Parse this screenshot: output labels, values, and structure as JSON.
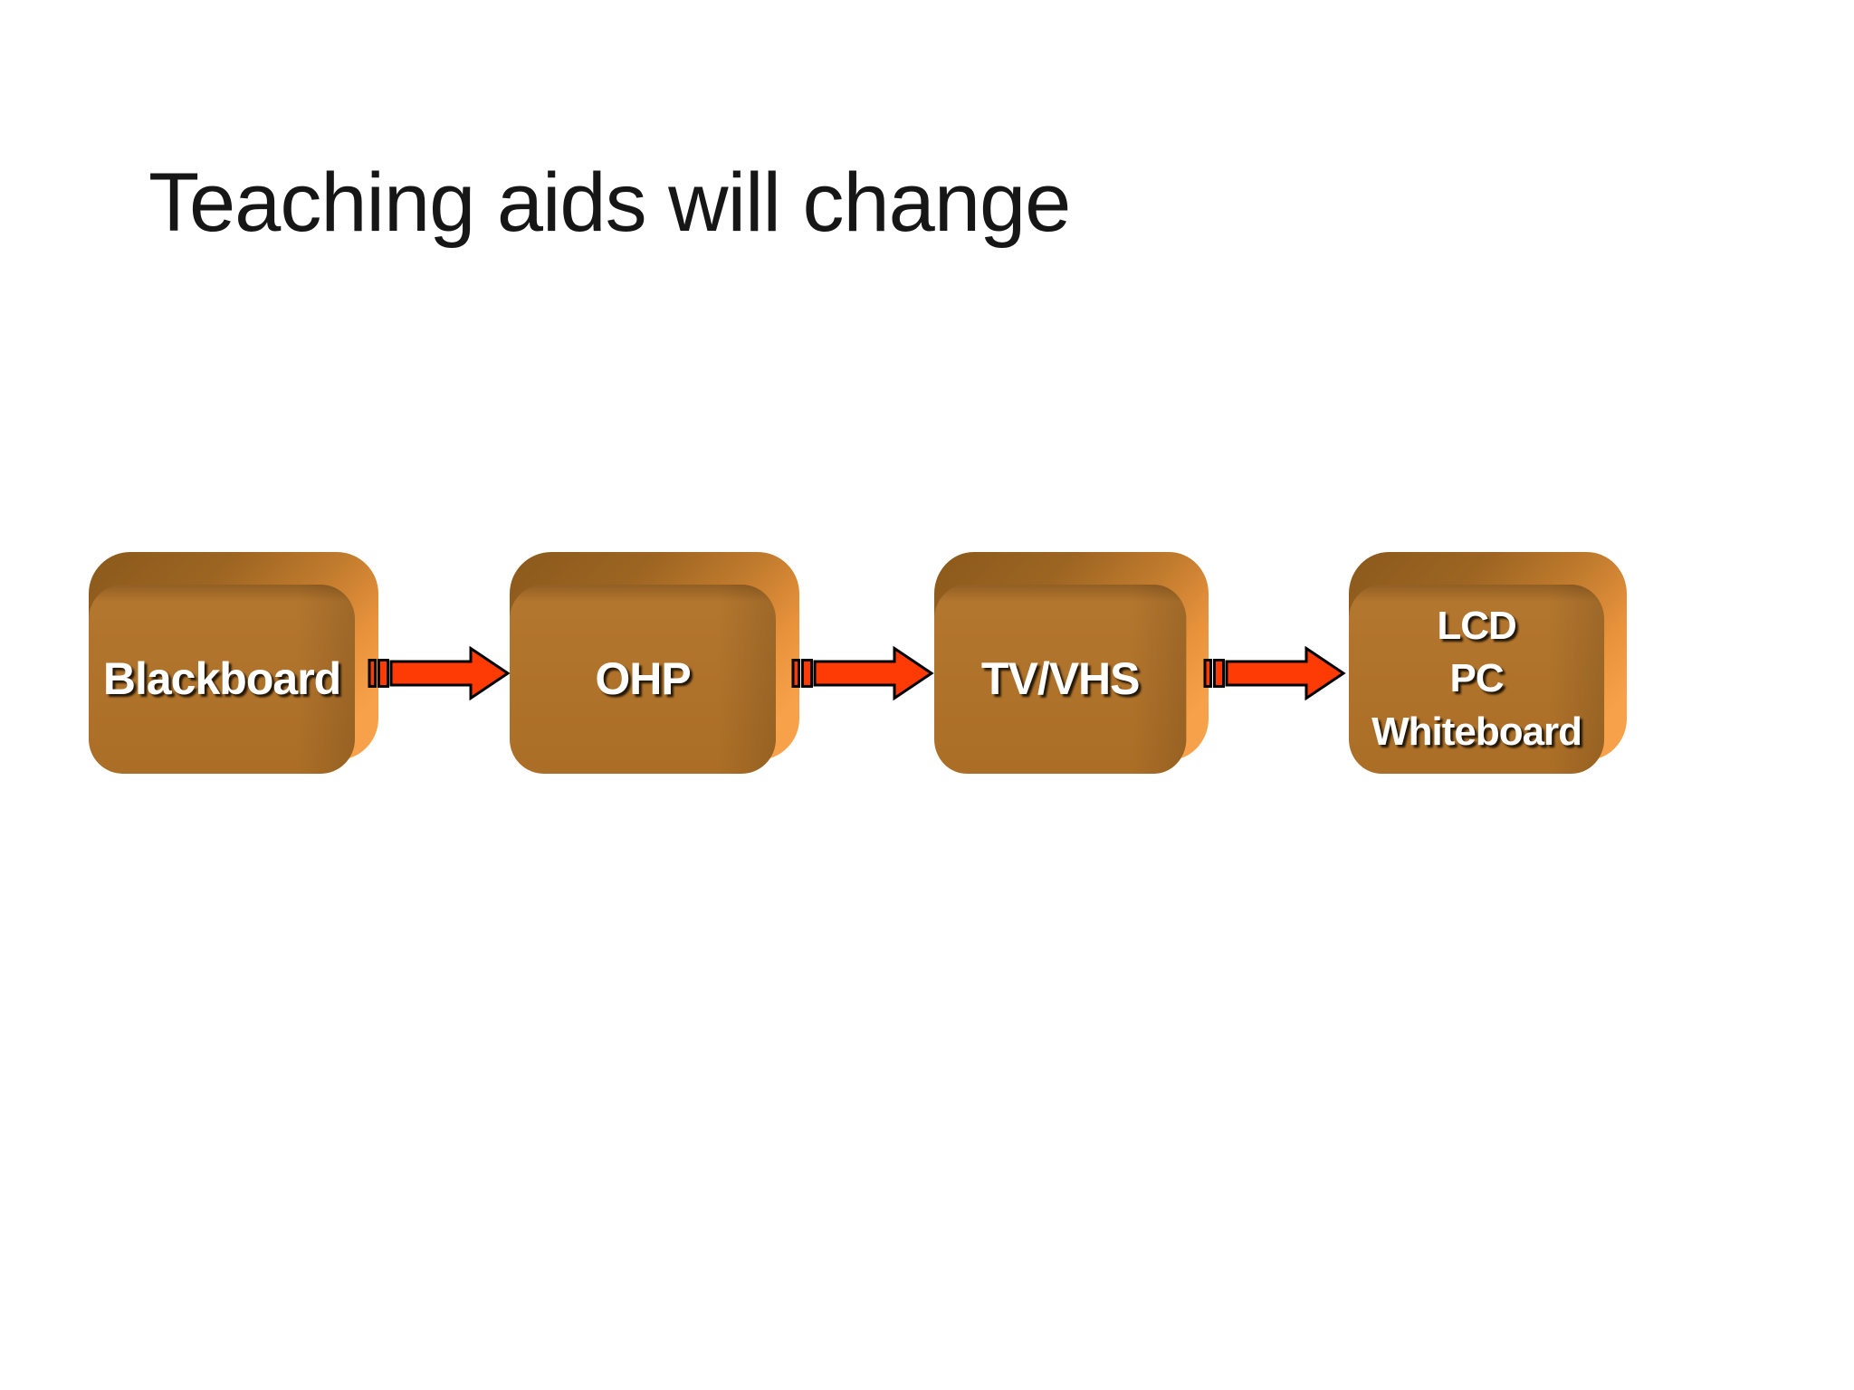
{
  "slide": {
    "title": "Teaching aids will change",
    "background": "#ffffff"
  },
  "diagram": {
    "boxes": [
      {
        "label": "Blackboard"
      },
      {
        "label": "OHP"
      },
      {
        "label": "TV/VHS"
      },
      {
        "lines": [
          "LCD",
          "PC",
          "Whiteboard"
        ]
      }
    ],
    "arrow_count": 3,
    "arrow_style": "striped-right-arrow",
    "colors": {
      "box_face": "#b07128",
      "box_bevel_dark": "#8e5c1e",
      "box_bevel_light": "#f7a24a",
      "arrow_fill": "#ff3b05",
      "arrow_outline": "#000000",
      "label_text": "#ffffff",
      "title_text": "#161616"
    }
  }
}
